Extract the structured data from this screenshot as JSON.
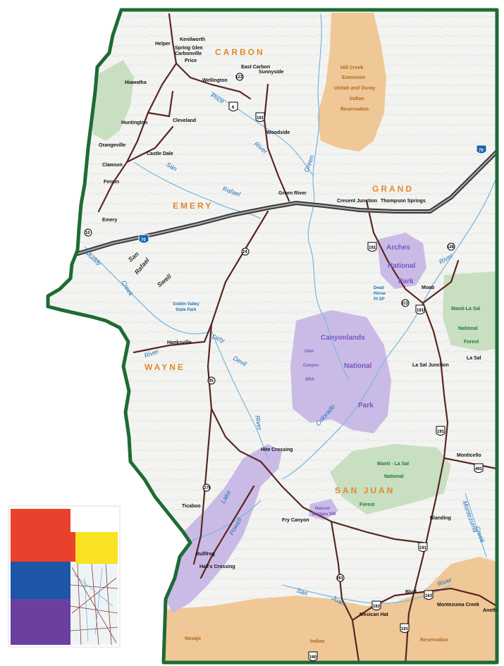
{
  "counties": {
    "carbon": "CARBON",
    "emery": "EMERY",
    "grand": "GRAND",
    "wayne": "WAYNE",
    "san_juan": "SAN JUAN"
  },
  "towns": {
    "kenilworth": "Kenilworth",
    "helper": "Helper",
    "spring_glen": "Spring Glen",
    "carbonville": "Carbonville",
    "price": "Price",
    "east_carbon": "East Carbon",
    "sunnyside": "Sunnyside",
    "wellington": "Wellington",
    "hiawatha": "Hiawatha",
    "huntington": "Huntington",
    "cleveland": "Cleveland",
    "orangeville": "Orangeville",
    "castle_dale": "Castle Dale",
    "clawson": "Clawson",
    "ferron": "Ferron",
    "emery": "Emery",
    "woodside": "Woodside",
    "green_river": "Green River",
    "crescent_junction": "Cresent Junction",
    "thompson_springs": "Thompson Springs",
    "moab": "Moab",
    "la_sal_junction": "La Sal Junction",
    "la_sal": "La Sal",
    "monticello": "Monticello",
    "blanding": "Blanding",
    "hanksville": "Hanksville",
    "hite_crossing": "Hite Crossing",
    "fry_canyon": "Fry Canyon",
    "ticaboo": "Ticaboo",
    "bullfrog": "Bullfrog",
    "halls_crossing": "Hall's Crossing",
    "mexican_hat": "Mexican Hat",
    "bluff": "Bluff",
    "montezuma_creek": "Montezuma Creek",
    "aneth": "Aneth"
  },
  "parks": {
    "arches": [
      "Arches",
      "National",
      "Park"
    ],
    "canyonlands": [
      "Canyonlands",
      "National",
      "Park"
    ],
    "glen_canyon": [
      "Glen",
      "Canyon",
      "NRA"
    ],
    "natural_bridges": [
      "Natural",
      "Bridges NM"
    ],
    "dead_horse": [
      "Dead",
      "Horse",
      "Pt SP"
    ],
    "goblin_valley": [
      "Goblin Valley",
      "State Park"
    ]
  },
  "forests": {
    "manti_la_sal_north": [
      "Manti-La Sal",
      "National",
      "Forest"
    ],
    "manti_la_sal_south": [
      "Manti - La Sal",
      "National",
      "Forest"
    ]
  },
  "reservations": {
    "uintah_ouray": [
      "Hill Creek",
      "Extension",
      "Uintah and Ouray",
      "Indian",
      "Reservation"
    ],
    "navajo": [
      "Navajo",
      "Indian",
      "Reservation"
    ]
  },
  "rivers": {
    "green": "Green",
    "price": "Price",
    "river_price": "River",
    "san_rafael": [
      "San",
      "Rafael"
    ],
    "colorado": "Colorado",
    "river_colorado": "River",
    "dirty_devil": [
      "Dirty",
      "Devil"
    ],
    "river_dirty_devil": "River",
    "fremont": "River",
    "muddy_creek": [
      "Muddy",
      "Creek"
    ],
    "san_juan": [
      "San",
      "Juan"
    ],
    "river_san_juan": "River",
    "escalante": [
      "Lake",
      "Powell"
    ],
    "montezuma": [
      "Montezuma",
      "Creek"
    ]
  },
  "regions": {
    "san_rafael_swell": [
      "San",
      "Rafael",
      "Swell"
    ]
  },
  "highways": {
    "i70_west": "70",
    "i70_east": "70",
    "us6": "6",
    "us191_n": "191",
    "us191_arches": "191",
    "us191_moab": "191",
    "us191_mid": "191",
    "us191_south": "191",
    "us191_bluff": "191",
    "us163": "163",
    "us160": "160",
    "us491": "491",
    "sr24": "24",
    "sr95": "95",
    "sr276": "276",
    "sr10": "10",
    "sr128": "128",
    "sr313": "313",
    "sr261": "261",
    "sr123": "123"
  },
  "colors": {
    "border": "#1e6b34",
    "terrain": "#f2f4ef",
    "road": "#5a2622",
    "interstate": "#3a3a3a",
    "water": "#7fb8e0",
    "park": "#c8b9e6",
    "forest": "#c7dfc0",
    "reservation": "#f2c998"
  },
  "inset_utah_regions": [
    "red",
    "yellow",
    "blue",
    "purple",
    "highlighted"
  ]
}
